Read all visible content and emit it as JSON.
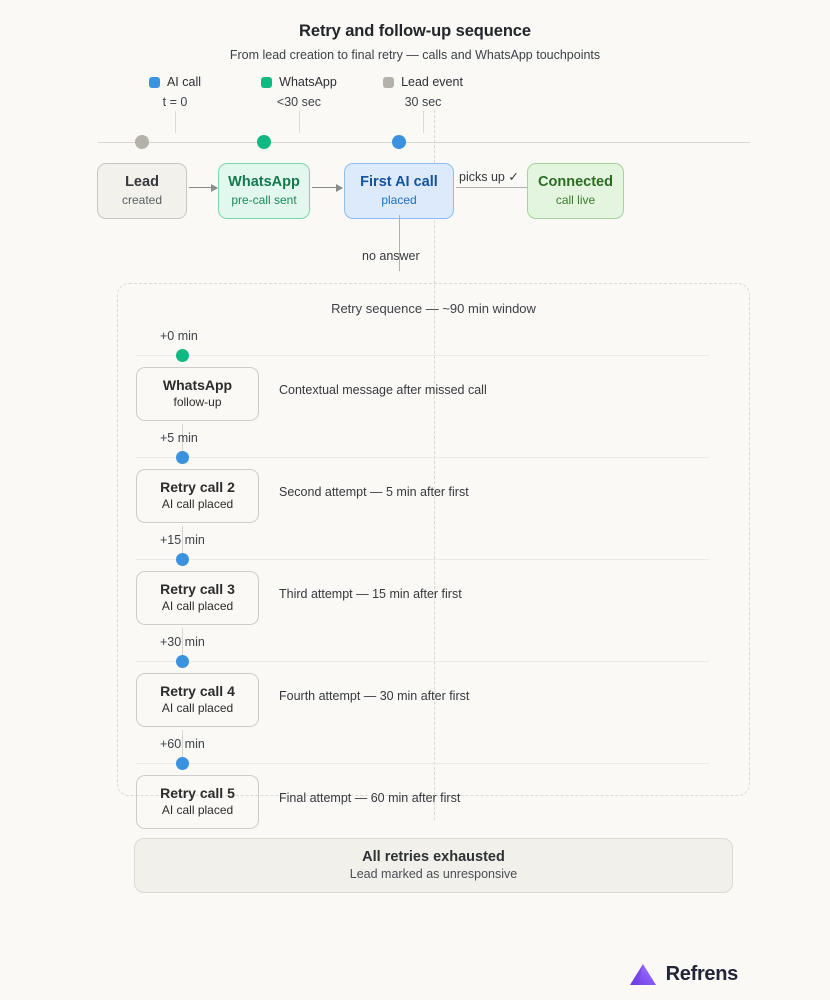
{
  "header": {
    "title": "Retry and follow-up sequence",
    "subtitle": "From lead creation to final retry — calls and WhatsApp touchpoints"
  },
  "colors": {
    "ai_call": "#3b93e0",
    "whatsapp": "#10b981",
    "lead_event": "#b3b1a9",
    "connected": "#4f9b3c",
    "background": "#faf9f5",
    "brand_purple": "#7c3aed"
  },
  "legend": {
    "items": [
      {
        "label": "AI call",
        "time": "t = 0",
        "swatch": "ai-call-swatch",
        "color": "#3b93e0"
      },
      {
        "label": "WhatsApp",
        "time": "<30 sec",
        "swatch": "whatsapp-swatch",
        "color": "#10b981"
      },
      {
        "label": "Lead event",
        "time": "30 sec",
        "swatch": "lead-event-swatch",
        "color": "#b3b1a9"
      }
    ]
  },
  "flow": {
    "nodes": [
      {
        "title": "Lead",
        "subtitle": "created",
        "kind": "lead-event"
      },
      {
        "title": "WhatsApp",
        "subtitle": "pre-call sent",
        "kind": "whatsapp"
      },
      {
        "title": "First AI call",
        "subtitle": "placed",
        "kind": "ai-call"
      },
      {
        "title": "Connected",
        "subtitle": "call live",
        "kind": "connected"
      }
    ],
    "branch_label": "picks up ✓",
    "no_answer_label": "no answer"
  },
  "retry": {
    "heading": "Retry sequence — ~90 min window",
    "steps": [
      {
        "time": "+0 min",
        "title": "WhatsApp",
        "subtitle": "follow-up",
        "description": "Contextual message after missed call",
        "kind": "whatsapp"
      },
      {
        "time": "+5 min",
        "title": "Retry call 2",
        "subtitle": "AI call placed",
        "description": "Second attempt — 5 min after first",
        "kind": "ai-call"
      },
      {
        "time": "+15 min",
        "title": "Retry call 3",
        "subtitle": "AI call placed",
        "description": "Third attempt — 15 min after first",
        "kind": "ai-call"
      },
      {
        "time": "+30 min",
        "title": "Retry call 4",
        "subtitle": "AI call placed",
        "description": "Fourth attempt — 30 min after first",
        "kind": "ai-call"
      },
      {
        "time": "+60 min",
        "title": "Retry call 5",
        "subtitle": "AI call placed",
        "description": "Final attempt — 60 min after first",
        "kind": "ai-call"
      }
    ]
  },
  "end": {
    "title": "All retries exhausted",
    "subtitle": "Lead marked as unresponsive"
  },
  "brand": {
    "name": "Refrens"
  }
}
